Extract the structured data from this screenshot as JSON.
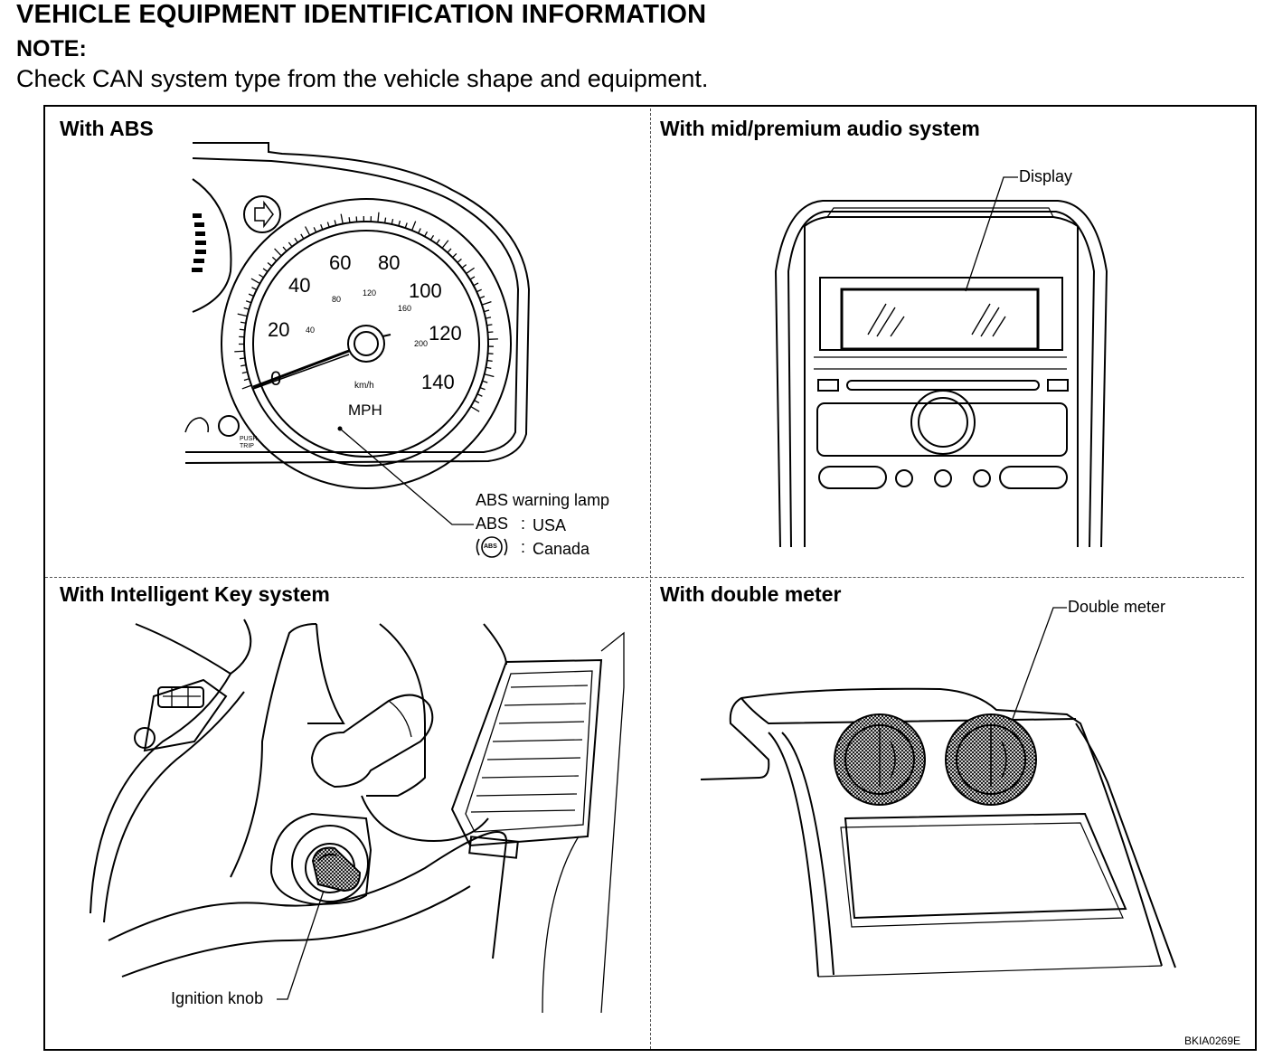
{
  "title": "VEHICLE EQUIPMENT IDENTIFICATION INFORMATION",
  "note_label": "NOTE:",
  "note_text": "Check CAN system type from the vehicle shape and equipment.",
  "panels": {
    "abs": {
      "title": "With ABS",
      "speed_ticks": [
        "0",
        "20",
        "40",
        "60",
        "80",
        "100",
        "120",
        "140"
      ],
      "kmh_ticks": [
        "40",
        "80",
        "120",
        "160",
        "200"
      ],
      "kmh_unit": "km/h",
      "mph_unit": "MPH",
      "push_trip": "PUSH TRIP",
      "callout": "ABS warning lamp",
      "usa_symbol": "ABS",
      "usa_sep": ":",
      "usa_label": "USA",
      "canada_symbol": "ABS",
      "canada_sep": ":",
      "canada_label": "Canada"
    },
    "audio": {
      "title": "With mid/premium audio system",
      "callout": "Display"
    },
    "intelligent_key": {
      "title": "With Intelligent Key system",
      "callout": "Ignition knob"
    },
    "double_meter": {
      "title": "With double meter",
      "callout": "Double meter"
    }
  },
  "figure_code": "BKIA0269E"
}
